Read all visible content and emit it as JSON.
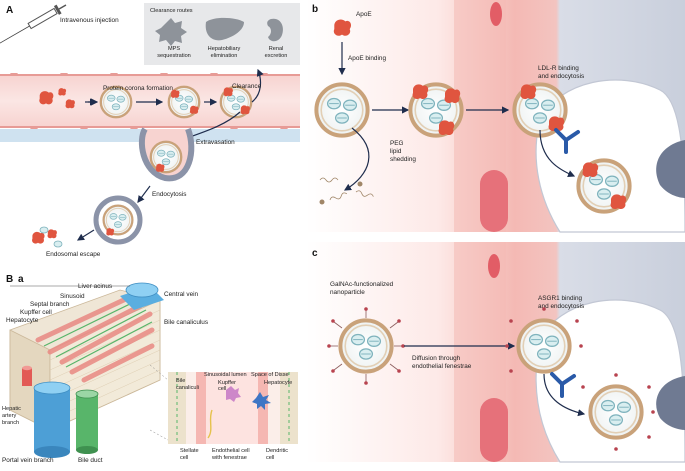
{
  "panels": {
    "A": "A",
    "B": "B",
    "a": "a",
    "b": "b",
    "c": "c"
  },
  "panelA": {
    "injection": "Intravenous injection",
    "clearance_routes_title": "Clearance routes",
    "routes": [
      {
        "line1": "MPS",
        "line2": "sequestration"
      },
      {
        "line1": "Hepatobiliary",
        "line2": "elimination"
      },
      {
        "line1": "Renal",
        "line2": "excretion"
      }
    ],
    "corona": "Protein corona formation",
    "clearance": "Clearance",
    "extravasation": "Extravasation",
    "endocytosis": "Endocytosis",
    "escape": "Endosomal escape"
  },
  "panelBa": {
    "liver_acinus": "Liver acinus",
    "sinusoid": "Sinusoid",
    "septal_branch": "Septal branch",
    "kupffer": "Kupffer cell",
    "hepatocyte": "Hepatocyte",
    "central_vein": "Central vein",
    "bile_canaliculus": "Bile canaliculus",
    "hepatic_artery": [
      "Hepatic",
      "artery",
      "branch"
    ],
    "portal_vein": "Portal vein branch",
    "bile_duct": "Bile duct",
    "inset": {
      "bile_canaliculi": [
        "Bile",
        "canaliculi"
      ],
      "sinusoidal_lumen": "Sinusoidal lumen",
      "kupffer": [
        "Kupffer",
        "cell"
      ],
      "space_disse": "Space of Disse",
      "hepatocyte": "Hepatocyte",
      "stellate": [
        "Stellate",
        "cell"
      ],
      "endothelial": [
        "Endothelial cell",
        "with fenestrae"
      ],
      "dendritic": [
        "Dendritic",
        "cell"
      ]
    }
  },
  "panelBb": {
    "apoe": "ApoE",
    "apoe_binding": "ApoE binding",
    "ldlr": [
      "LDL-R binding",
      "and endocytosis"
    ],
    "peg": [
      "PEG",
      "lipid",
      "shedding"
    ]
  },
  "panelBc": {
    "galnac": [
      "GalNAc-functionalized",
      "nanoparticle"
    ],
    "asgr1": [
      "ASGR1 binding",
      "and endocytosis"
    ],
    "diffusion": [
      "Diffusion through",
      "endothelial fenestrae"
    ]
  },
  "colors": {
    "vessel": "#f3c3c0",
    "protein": "#e0553f",
    "tissue": "#dde1ea",
    "receptor": "#2a5aa8",
    "nanoparticle_shell": "#c9a27a"
  },
  "icons": [
    "syringe-icon",
    "macrophage-icon",
    "liver-icon",
    "kidney-icon",
    "nanoparticle-icon",
    "apoe-protein-icon",
    "ldl-receptor-icon",
    "asgr1-receptor-icon"
  ]
}
